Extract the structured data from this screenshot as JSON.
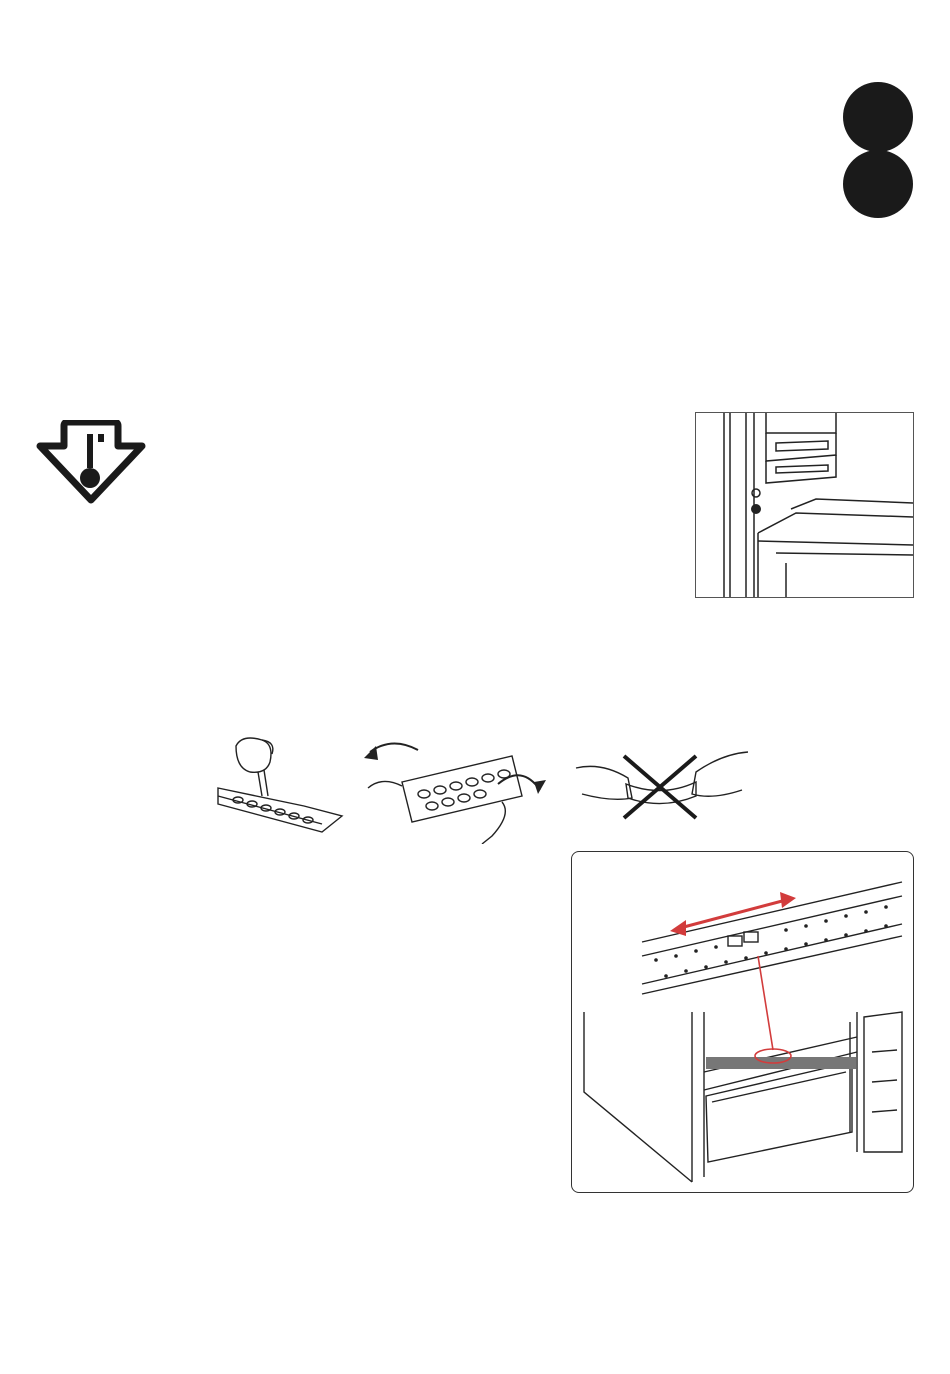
{
  "page": {
    "background": "#ffffff",
    "ink_color": "#1a1a1a",
    "accent_color": "#d23c3c"
  },
  "header": {
    "language_dots": [
      {
        "icon": "filled-circle",
        "color": "#1a1a1a"
      },
      {
        "icon": "filled-circle",
        "color": "#1a1a1a"
      }
    ]
  },
  "section_freezer": {
    "warning_icon": "freezer-thermometer-warning-icon",
    "illustration": "freezer-interior-control-panel"
  },
  "section_ice_tray": {
    "steps": [
      {
        "icon": "pour-water-into-tray"
      },
      {
        "icon": "twist-tray-to-release-ice"
      },
      {
        "icon": "do-not-crush-tray-crossed"
      }
    ],
    "cross_color": "#1a1a1a"
  },
  "section_airflow": {
    "illustration": "crisper-cover-air-slider",
    "arrow_color": "#d23c3c"
  }
}
